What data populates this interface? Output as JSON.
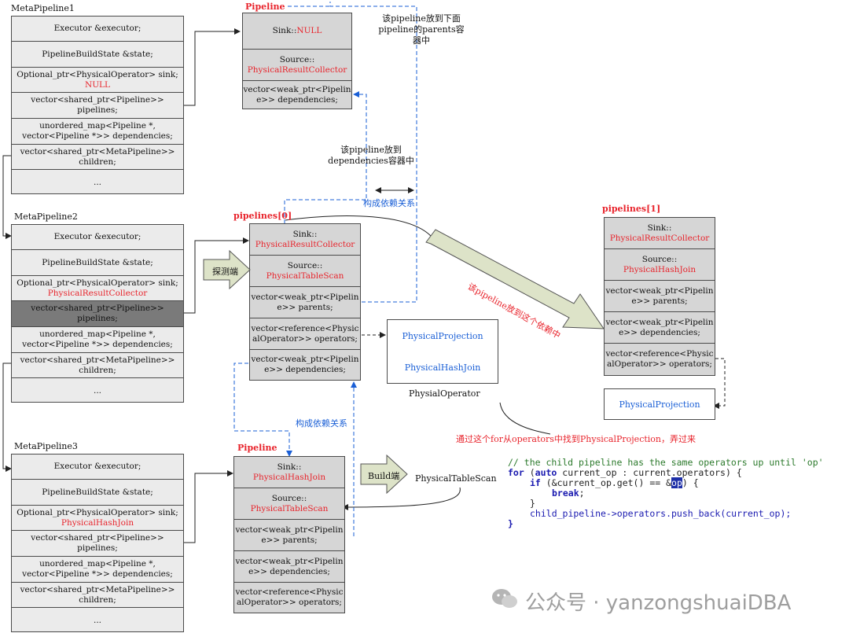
{
  "metapipelines": [
    {
      "title": "MetaPipeline1",
      "rows": [
        {
          "lines": [
            "Executor &executor;"
          ]
        },
        {
          "lines": [
            "PipelineBuildState &state;"
          ]
        },
        {
          "lines": [
            "Optional_ptr<PhysicalOperator> sink;"
          ],
          "red": "NULL"
        },
        {
          "lines": [
            "vector<shared_ptr<Pipeline>>",
            "pipelines;"
          ]
        },
        {
          "lines": [
            "unordered_map<Pipeline *,",
            "vector<Pipeline *>> dependencies;"
          ]
        },
        {
          "lines": [
            "vector<shared_ptr<MetaPipeline>>",
            "children;"
          ]
        },
        {
          "lines": [
            "..."
          ]
        }
      ]
    },
    {
      "title": "MetaPipeline2",
      "rows": [
        {
          "lines": [
            "Executor &executor;"
          ]
        },
        {
          "lines": [
            "PipelineBuildState &state;"
          ]
        },
        {
          "lines": [
            "Optional_ptr<PhysicalOperator> sink;"
          ],
          "red": "PhysicalResultCollector"
        },
        {
          "lines": [
            "vector<shared_ptr<Pipeline>>",
            "pipelines;"
          ]
        },
        {
          "lines": [
            "unordered_map<Pipeline *,",
            "vector<Pipeline *>> dependencies;"
          ]
        },
        {
          "lines": [
            "vector<shared_ptr<MetaPipeline>>",
            "children;"
          ]
        },
        {
          "lines": [
            "..."
          ]
        }
      ]
    },
    {
      "title": "MetaPipeline3",
      "rows": [
        {
          "lines": [
            "Executor &executor;"
          ]
        },
        {
          "lines": [
            "PipelineBuildState &state;"
          ]
        },
        {
          "lines": [
            "Optional_ptr<PhysicalOperator> sink;"
          ],
          "red": "PhysicalHashJoin"
        },
        {
          "lines": [
            "vector<shared_ptr<Pipeline>>",
            "pipelines;"
          ]
        },
        {
          "lines": [
            "unordered_map<Pipeline *,",
            "vector<Pipeline *>> dependencies;"
          ]
        },
        {
          "lines": [
            "vector<shared_ptr<MetaPipeline>>",
            "children;"
          ]
        },
        {
          "lines": [
            "..."
          ]
        }
      ]
    }
  ],
  "pipeline_top": {
    "title": "Pipeline",
    "sink_prefix": "Sink::",
    "sink_value": "NULL",
    "source_prefix": "Source::",
    "source_value": "PhysicalResultCollector",
    "deps": [
      "vector<weak_ptr<Pipelin",
      "e>> dependencies;"
    ]
  },
  "pipeline0": {
    "title": "pipelines[0]",
    "sink_prefix": "Sink::",
    "sink_value": "PhysicalResultCollector",
    "source_prefix": "Source::",
    "source_value": "PhysicalTableScan",
    "parents": [
      "vector<weak_ptr<Pipelin",
      "e>> parents;"
    ],
    "operators": [
      "vector<reference<Physic",
      "alOperator>> operators;"
    ],
    "deps": [
      "vector<weak_ptr<Pipelin",
      "e>> dependencies;"
    ]
  },
  "pipeline1": {
    "title": "pipelines[1]",
    "sink_prefix": "Sink::",
    "sink_value": "PhysicalResultCollector",
    "source_prefix": "Source::",
    "source_value": "PhysicalHashJoin",
    "parents": [
      "vector<weak_ptr<Pipelin",
      "e>> parents;"
    ],
    "deps": [
      "vector<weak_ptr<Pipelin",
      "e>> dependencies;"
    ],
    "operators": [
      "vector<reference<Physic",
      "alOperator>> operators;"
    ]
  },
  "pipeline_bottom": {
    "title": "Pipeline",
    "sink_prefix": "Sink::",
    "sink_value": "PhysicalHashJoin",
    "source_prefix": "Source::",
    "source_value": "PhysicalTableScan",
    "parents": [
      "vector<weak_ptr<Pipelin",
      "e>> parents;"
    ],
    "deps": [
      "vector<weak_ptr<Pipelin",
      "e>> dependencies;"
    ],
    "operators": [
      "vector<reference<Physic",
      "alOperator>> operators;"
    ]
  },
  "operators_box": {
    "items": [
      "PhysicalProjection",
      "PhysicalHashJoin"
    ],
    "caption": "PhysialOperator"
  },
  "projection_box": {
    "label": "PhysicalProjection"
  },
  "annotations": {
    "top_note": [
      "该pipeline放到下面",
      "pipeline的parents容",
      "器中"
    ],
    "mid_note": [
      "该pipeline放到",
      "dependencies容器中"
    ],
    "dep_relation_1": "构成依赖关系",
    "dep_relation_2": "构成依赖关系",
    "probe_side": "探测端",
    "build_side": "Build端",
    "big_arrow": "该pipeline放到这个依赖中",
    "table_scan": "PhysicalTableScan",
    "find_note": "通过这个for从operators中找到PhysicalProjection，弄过来"
  },
  "code": {
    "line1": "// the child pipeline has the same operators up until 'op'",
    "line2_kw1": "for",
    "line2_rest": " (",
    "line2_kw2": "auto",
    "line2_tail": " current_op : current.operators) {",
    "line3_kw": "if",
    "line3_a": " (&current_op.get() == &",
    "line3_hl": "op",
    "line3_b": ") {",
    "line4_kw": "break",
    "line4_b": ";",
    "line5": "}",
    "line6": "child_pipeline->operators.push_back(current_op);",
    "line7": "}"
  },
  "watermark": "公众号 · yanzongshuaiDBA"
}
